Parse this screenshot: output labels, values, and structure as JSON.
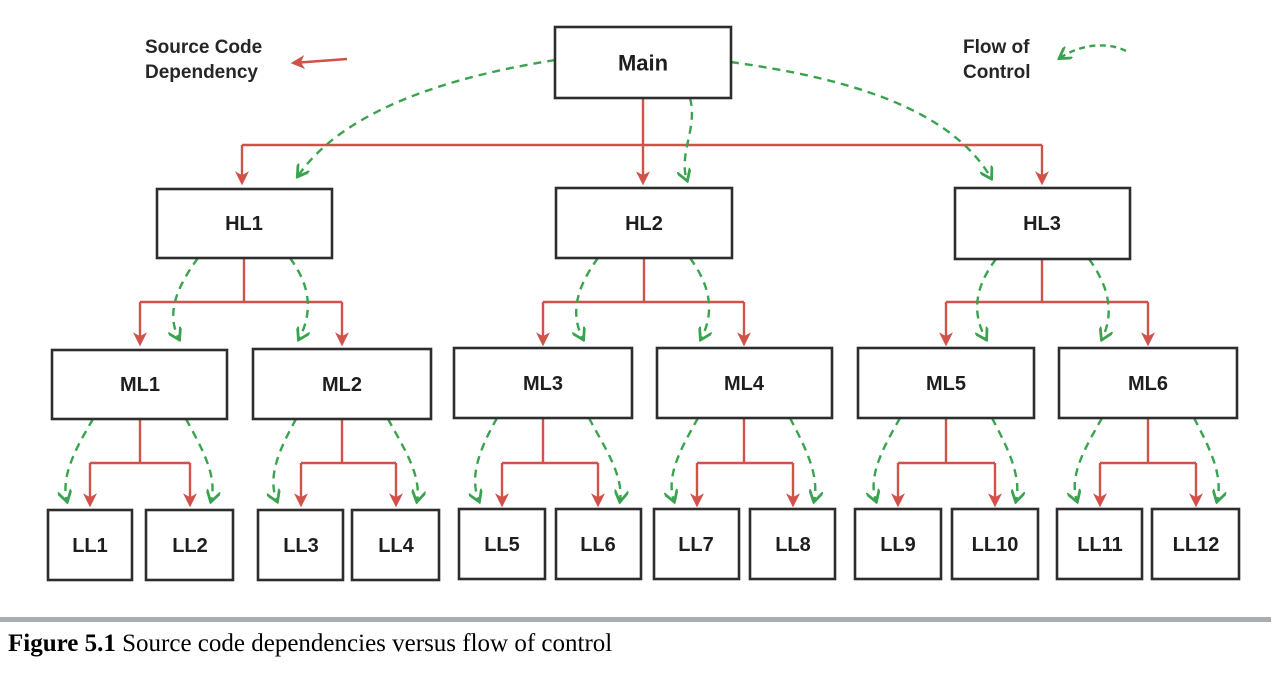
{
  "legend": {
    "dependency": {
      "line1": "Source Code",
      "line2": "Dependency",
      "color": "#d0524a",
      "line_style": "solid"
    },
    "control": {
      "line1": "Flow of",
      "line2": "Control",
      "color": "#3aa34f",
      "line_style": "dashed"
    }
  },
  "nodes": {
    "main": "Main",
    "hl": [
      "HL1",
      "HL2",
      "HL3"
    ],
    "ml": [
      "ML1",
      "ML2",
      "ML3",
      "ML4",
      "ML5",
      "ML6"
    ],
    "ll": [
      "LL1",
      "LL2",
      "LL3",
      "LL4",
      "LL5",
      "LL6",
      "LL7",
      "LL8",
      "LL9",
      "LL10",
      "LL11",
      "LL12"
    ]
  },
  "structure": {
    "Main": [
      "HL1",
      "HL2",
      "HL3"
    ],
    "HL1": [
      "ML1",
      "ML2"
    ],
    "HL2": [
      "ML3",
      "ML4"
    ],
    "HL3": [
      "ML5",
      "ML6"
    ],
    "ML1": [
      "LL1",
      "LL2"
    ],
    "ML2": [
      "LL3",
      "LL4"
    ],
    "ML3": [
      "LL5",
      "LL6"
    ],
    "ML4": [
      "LL7",
      "LL8"
    ],
    "ML5": [
      "LL9",
      "LL10"
    ],
    "ML6": [
      "LL11",
      "LL12"
    ]
  },
  "caption": {
    "label": "Figure 5.1",
    "text": " Source code dependencies versus flow of control"
  }
}
